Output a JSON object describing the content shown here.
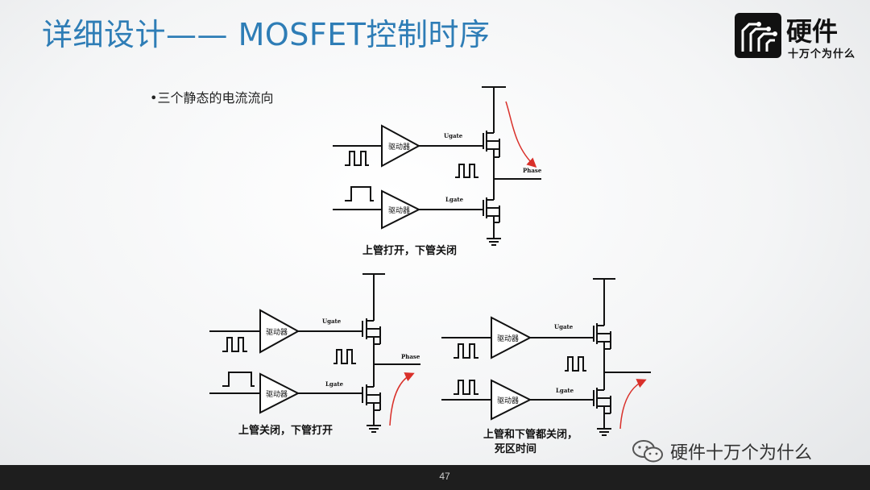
{
  "slide": {
    "title": "详细设计—— MOSFET控制时序",
    "bullet": "•三个静态的电流流向",
    "page_number": "47"
  },
  "logo": {
    "main": "硬件",
    "sub": "十万个为什么"
  },
  "watermark": {
    "text": "硬件十万个为什么",
    "icon": "wechat-icon"
  },
  "diagram": {
    "driver_label": "驱动器",
    "ugate_label": "Ugate",
    "lgate_label": "Lgate",
    "phase_label": "Phase",
    "arrow_color": "#d9302a",
    "captions": {
      "top": "上管打开，下管关闭",
      "bottom_left": "上管关闭，下管打开",
      "bottom_right_line1": "上管和下管都关闭，",
      "bottom_right_line2": "死区时间"
    }
  }
}
